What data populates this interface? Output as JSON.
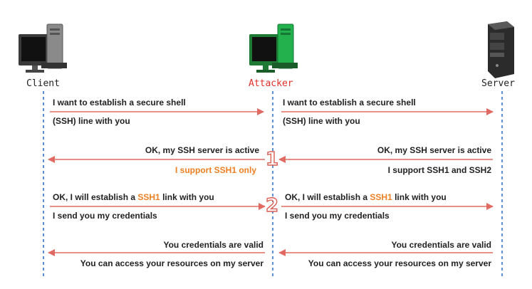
{
  "parties": {
    "client": "Client",
    "attacker": "Attacker",
    "server": "Server"
  },
  "colors": {
    "arrow": "#e06a61",
    "lifeline": "#5b8fd0",
    "highlight": "#ee7f22",
    "attacker_label": "#e0302a",
    "attacker_pc": "#22b14c"
  },
  "messages": {
    "m1_client_line1": "I want to establish a secure shell",
    "m1_client_line2_bold": "(SSH)",
    "m1_client_line2_rest": " line with you",
    "m1_attacker_line1": "I want to establish a secure shell",
    "m1_attacker_line2_bold": "(SSH)",
    "m1_attacker_line2_rest": " line with you",
    "m2_attacker_line1_pre": "OK, my ",
    "m2_attacker_line1_bold": "SSH",
    "m2_attacker_line1_post": " server is active",
    "m2_attacker_line2": "I support SSH1 only",
    "m2_server_line1_pre": "OK, my ",
    "m2_server_line1_bold": "SSH",
    "m2_server_line1_post": " server is active",
    "m2_server_line2": "I support SSH1 and SSH2",
    "m3_client_line1_pre": "OK, I will establish a ",
    "m3_client_line1_hl": "SSH1",
    "m3_client_line1_post": " link with you",
    "m3_client_line2": "I send you my credentials",
    "m3_attacker_line1_pre": "OK, I will establish a ",
    "m3_attacker_line1_hl": "SSH1",
    "m3_attacker_line1_post": " link with you",
    "m3_attacker_line2": "I send you my credentials",
    "m4_attacker_line1": "You credentials are valid",
    "m4_attacker_line2": "You can access your resources on my server",
    "m4_server_line1": "You credentials are valid",
    "m4_server_line2": "You can access your resources on my server"
  },
  "steps": {
    "step1": "1",
    "step2": "2"
  }
}
